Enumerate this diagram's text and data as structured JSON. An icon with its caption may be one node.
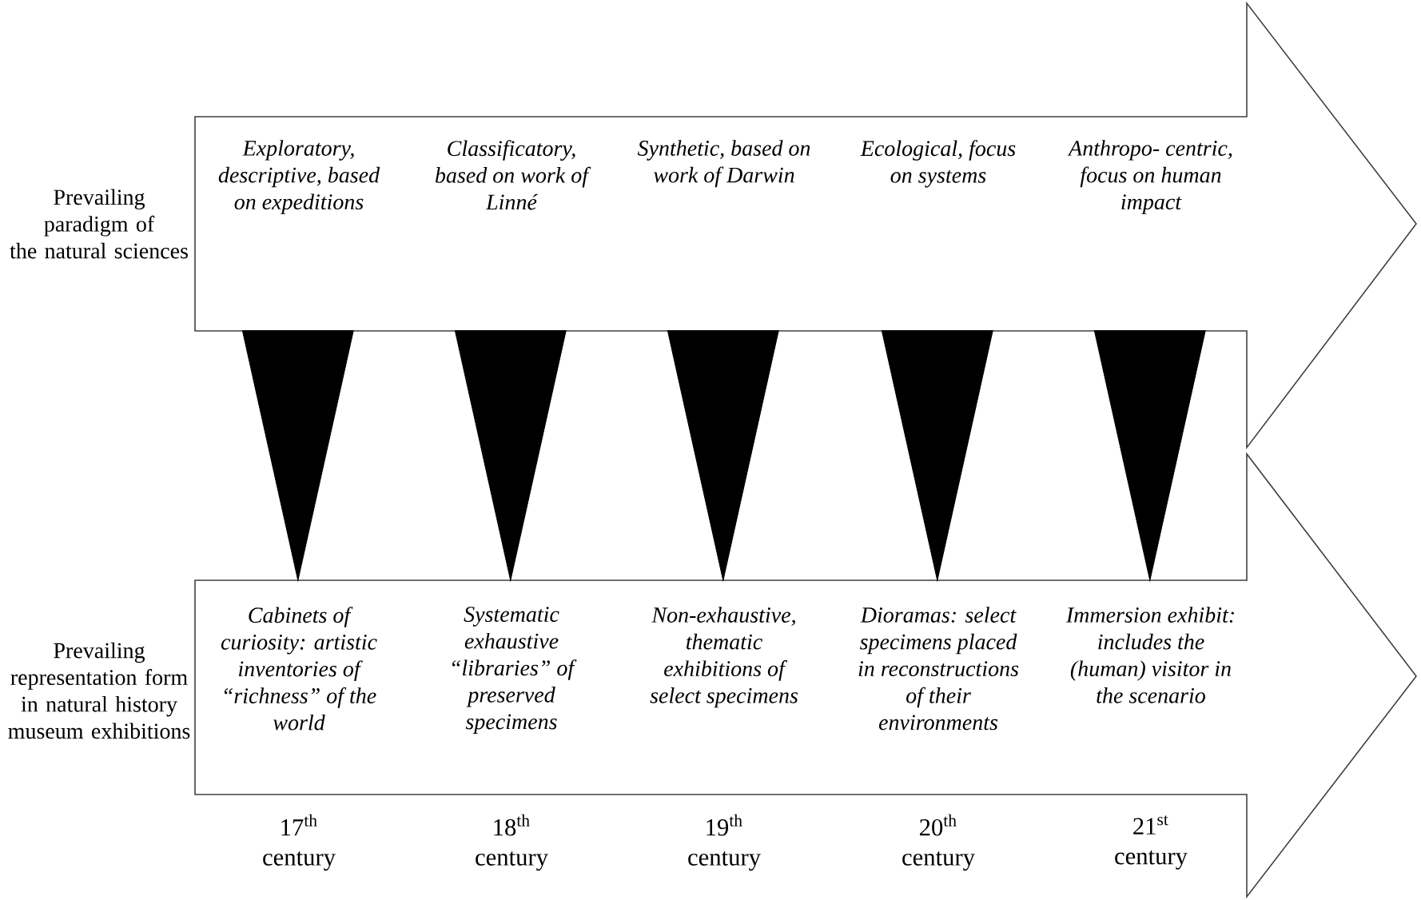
{
  "diagram": {
    "nodes": [
      {
        "text": [],
        "shape": "arrow"
      },
      {
        "text": [
          "Exploratory, descriptive, based on expeditions"
        ],
        "in": 0
      },
      {
        "text": [
          "Classificatory, based on work of Linné"
        ],
        "in": 0
      },
      {
        "text": [
          "Synthetic, based on work of Darwin"
        ],
        "in": 0
      },
      {
        "text": [
          "Ecological, focus on systems"
        ],
        "in": 0
      },
      {
        "text": [
          "Anthropo- centric, focus on human impact"
        ],
        "in": 0
      },
      {
        "text": [],
        "shape": "arrow"
      },
      {
        "text": [
          "Cabinets of curiosity: artistic inventories of “richness” of the world"
        ],
        "in": 6
      },
      {
        "text": [
          "Systematic exhaustive “libraries” of preserved specimens"
        ],
        "in": 6
      },
      {
        "text": [
          "Non-exhaustive, thematic exhibitions of select specimens"
        ],
        "in": 6
      },
      {
        "text": [
          "Dioramas: select specimens placed in reconstructions of their environments"
        ],
        "in": 6
      },
      {
        "text": [
          "Immersion exhibit: includes the (human) visitor in the scenario"
        ],
        "in": 6
      }
    ],
    "edges": [
      {
        "from": 0,
        "to": 6,
        "arrow": "to"
      },
      {
        "from": 0,
        "to": 6,
        "arrow": "to"
      },
      {
        "from": 0,
        "to": 6,
        "arrow": "to"
      },
      {
        "from": 0,
        "to": 6,
        "arrow": "to"
      },
      {
        "from": 0,
        "to": 6,
        "arrow": "to"
      }
    ],
    "labels": [
      "Prevailing paradigm of the natural sciences",
      "Prevailing representation form in natural history museum exhibitions",
      "17$^{th}$ century",
      "18$^{th}$ century",
      "19$^{th}$ century",
      "20$^{th}$ century",
      "21$^{st}$ century"
    ]
  }
}
